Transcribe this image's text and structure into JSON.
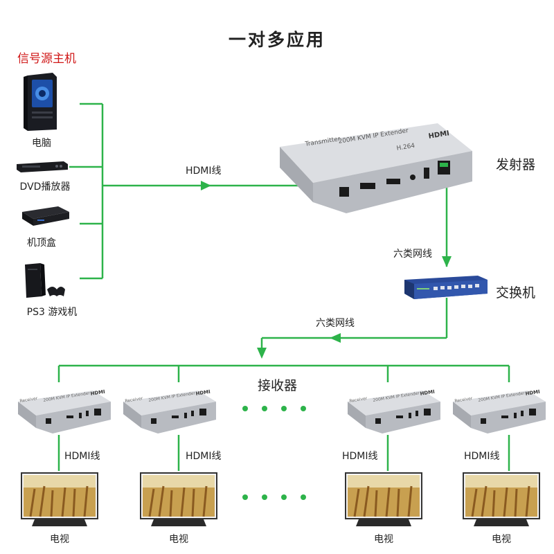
{
  "title": "一对多应用",
  "source_heading": "信号源主机",
  "sources": [
    {
      "label": "电脑",
      "icon": "pc-tower-icon"
    },
    {
      "label": "DVD播放器",
      "icon": "dvd-player-icon"
    },
    {
      "label": "机顶盒",
      "icon": "set-top-box-icon"
    },
    {
      "label": "PS3 游戏机",
      "icon": "game-console-icon"
    }
  ],
  "hdmi_cable_label": "HDMI线",
  "transmitter": {
    "label": "发射器",
    "brand": "HDMI",
    "model": "200M KVM IP Extender",
    "codec": "H.264",
    "side_text": "Transmitter"
  },
  "cat6_label_1": "六类网线",
  "switch_label": "交换机",
  "cat6_label_2": "六类网线",
  "receiver_label": "接收器",
  "receivers": [
    {
      "hdmi_label": "HDMI线",
      "tv_label": "电视",
      "brand": "HDMI",
      "model": "200M KVM IP Extender",
      "side_text": "Receiver"
    },
    {
      "hdmi_label": "HDMI线",
      "tv_label": "电视",
      "brand": "HDMI",
      "model": "200M KVM IP Extender",
      "side_text": "Receiver"
    },
    {
      "hdmi_label": "HDMI线",
      "tv_label": "电视",
      "brand": "HDMI",
      "model": "200M KVM IP Extender",
      "side_text": "Receiver"
    },
    {
      "hdmi_label": "HDMI线",
      "tv_label": "电视",
      "brand": "HDMI",
      "model": "200M KVM IP Extender",
      "side_text": "Receiver"
    }
  ],
  "colors": {
    "line": "#2db34a",
    "heading_red": "#d01818",
    "device_grey": "#c9cbd0",
    "switch_blue": "#2a4a9a"
  }
}
